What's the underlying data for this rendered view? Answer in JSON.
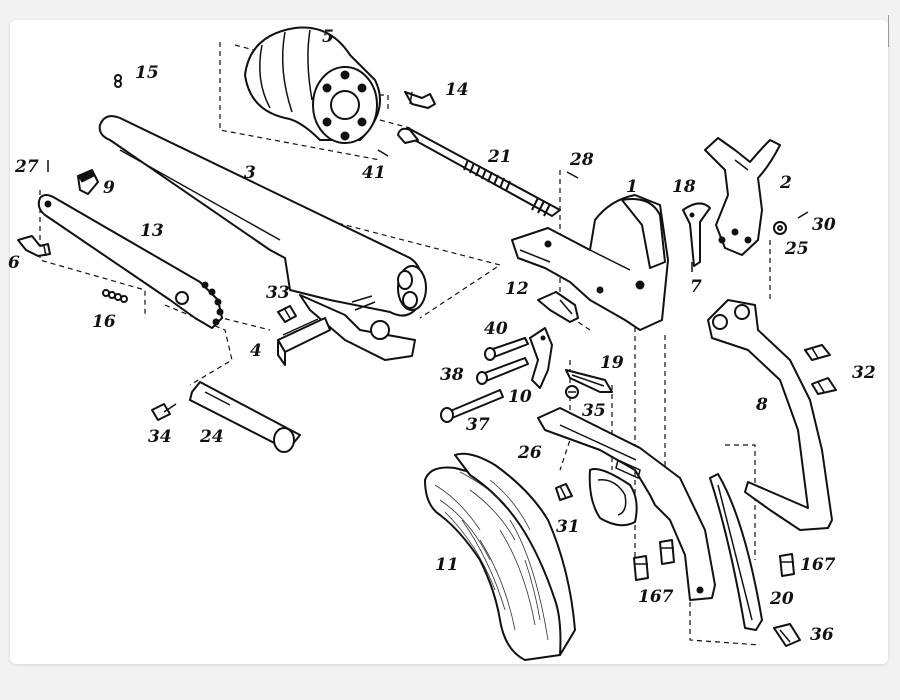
{
  "labels": {
    "p1": "1",
    "p2": "2",
    "p3": "3",
    "p4": "4",
    "p5": "5",
    "p6": "6",
    "p7": "7",
    "p8": "8",
    "p9": "9",
    "p10": "10",
    "p11": "11",
    "p12": "12",
    "p13": "13",
    "p14": "14",
    "p15": "15",
    "p16": "16",
    "p18": "18",
    "p19": "19",
    "p20": "20",
    "p21": "21",
    "p24": "24",
    "p25": "25",
    "p26": "26",
    "p27": "27",
    "p28": "28",
    "p30": "30",
    "p31": "31",
    "p32": "32",
    "p33": "33",
    "p34": "34",
    "p35": "35",
    "p36": "36",
    "p37": "37",
    "p38": "38",
    "p40": "40",
    "p41": "41",
    "p167a": "167",
    "p167b": "167"
  },
  "colors": {
    "ink": "#111111",
    "paper": "#ffffff",
    "background": "#f2f2f2"
  }
}
